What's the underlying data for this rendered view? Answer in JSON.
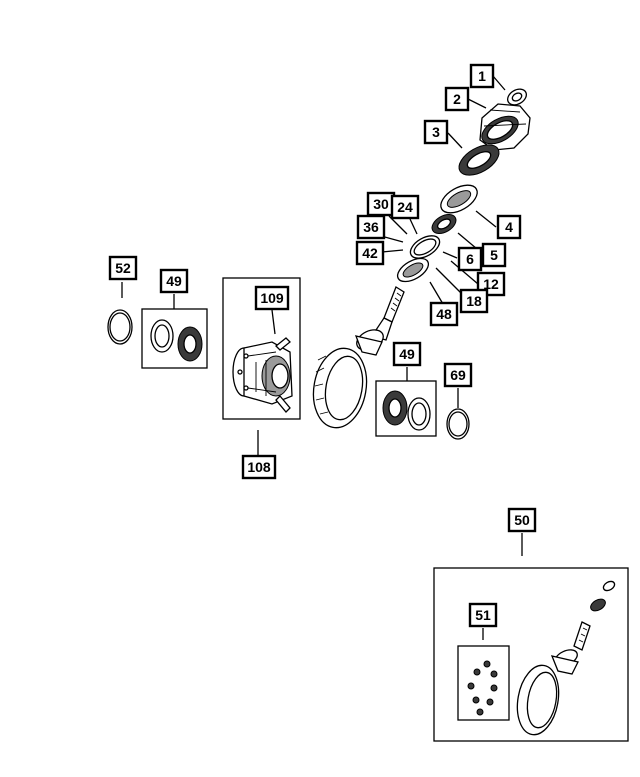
{
  "callouts": {
    "c1": "1",
    "c2": "2",
    "c3": "3",
    "c4": "4",
    "c5": "5",
    "c6": "6",
    "c12": "12",
    "c18": "18",
    "c24": "24",
    "c30": "30",
    "c36": "36",
    "c42": "42",
    "c48": "48",
    "c49a": "49",
    "c49b": "49",
    "c50": "50",
    "c51": "51",
    "c52": "52",
    "c69": "69",
    "c108": "108",
    "c109": "109"
  }
}
